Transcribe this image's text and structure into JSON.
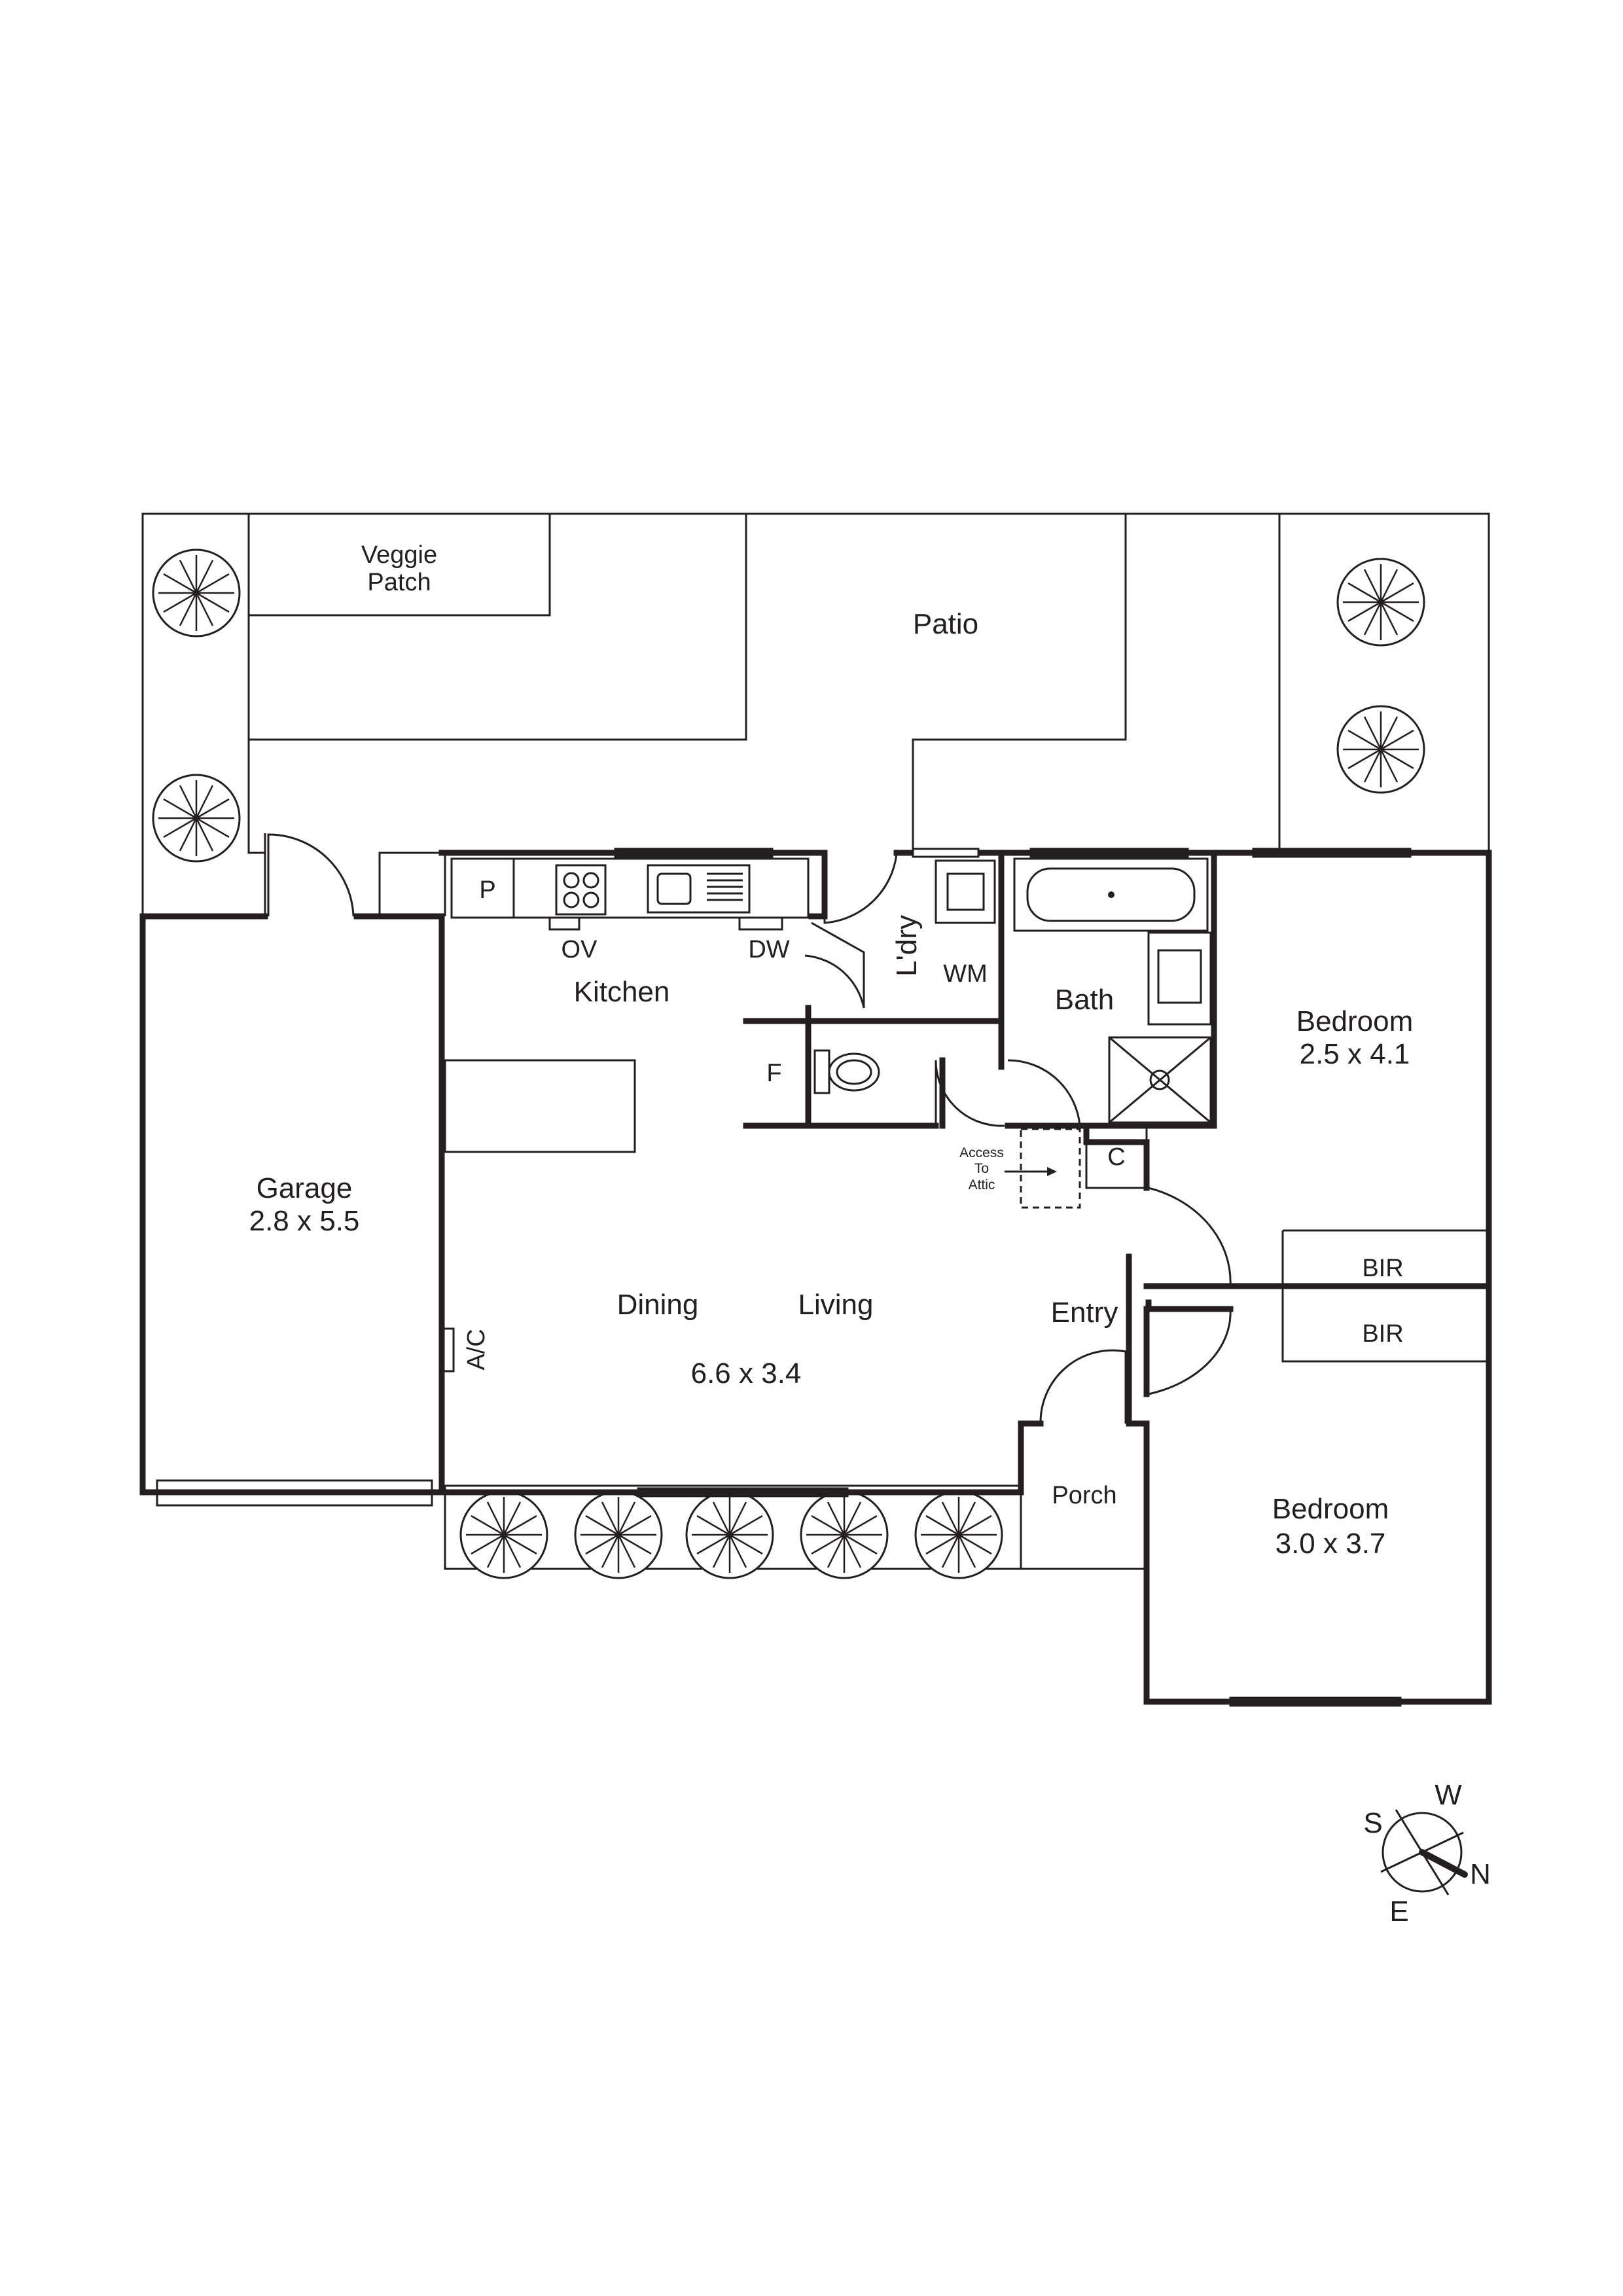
{
  "outdoor": {
    "veggie_patch": [
      "Veggie",
      "Patch"
    ],
    "patio": "Patio",
    "porch": "Porch"
  },
  "rooms": {
    "garage": {
      "name": "Garage",
      "size": "2.8 x 5.5"
    },
    "kitchen": "Kitchen",
    "dining": "Dining",
    "living": "Living",
    "living_size": "6.6 x 3.4",
    "laundry": "L'dry",
    "bath": "Bath",
    "entry": "Entry",
    "bedroom1": {
      "name": "Bedroom",
      "size": "2.5 x 4.1"
    },
    "bedroom2": {
      "name": "Bedroom",
      "size": "3.0 x 3.7"
    }
  },
  "fixtures": {
    "pantry": "P",
    "oven": "OV",
    "dishwasher": "DW",
    "washing_machine": "WM",
    "fridge": "F",
    "cupboard": "C",
    "air_con": "A/C",
    "bir_1": "BIR",
    "bir_2": "BIR",
    "attic": [
      "Access",
      "To",
      "Attic"
    ]
  },
  "compass": {
    "w": "W",
    "s": "S",
    "n": "N",
    "e": "E"
  }
}
